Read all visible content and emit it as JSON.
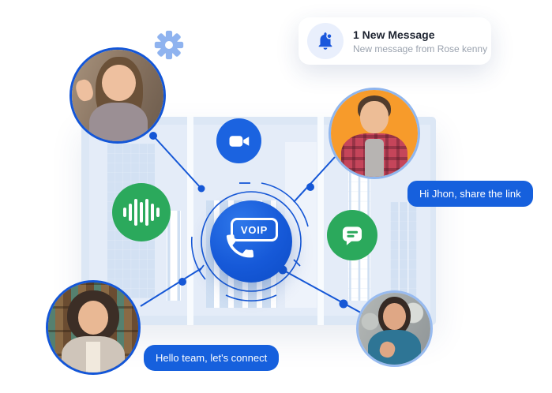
{
  "notification": {
    "icon": "bell-icon",
    "title": "1 New Message",
    "subtitle": "New message from Rose kenny"
  },
  "voip_hub": {
    "label": "VOIP"
  },
  "chat_bubbles": {
    "right": "Hi Jhon, share the link",
    "bottom_left": "Hello team, let's connect"
  },
  "feature_icons": [
    {
      "name": "video-camera-icon",
      "color": "#1B63E0"
    },
    {
      "name": "audio-waveform-icon",
      "color": "#2BA95C"
    },
    {
      "name": "chat-message-icon",
      "color": "#2BA95C"
    },
    {
      "name": "voip-phone-icon",
      "color": "#1659D8"
    },
    {
      "name": "settings-gear-icon",
      "color": "#8FB3EF"
    },
    {
      "name": "notification-bell-icon",
      "color": "#1A57DC"
    }
  ],
  "participants": [
    {
      "position": "top-left",
      "description": "woman waving during video call"
    },
    {
      "position": "top-right",
      "description": "man with arms crossed on orange background"
    },
    {
      "position": "bottom-left",
      "description": "woman smiling in front of bookshelf"
    },
    {
      "position": "bottom-right",
      "description": "woman in blue turtleneck gesturing"
    }
  ],
  "colors": {
    "primary_blue": "#1660DD",
    "green": "#2BA95C",
    "light_blue_accent": "#8FB3EF",
    "screen_bg": "#DCE7F5",
    "toast_bg": "#FFFFFF",
    "title_text": "#1D2330",
    "subtitle_text": "#9AA2AE"
  }
}
